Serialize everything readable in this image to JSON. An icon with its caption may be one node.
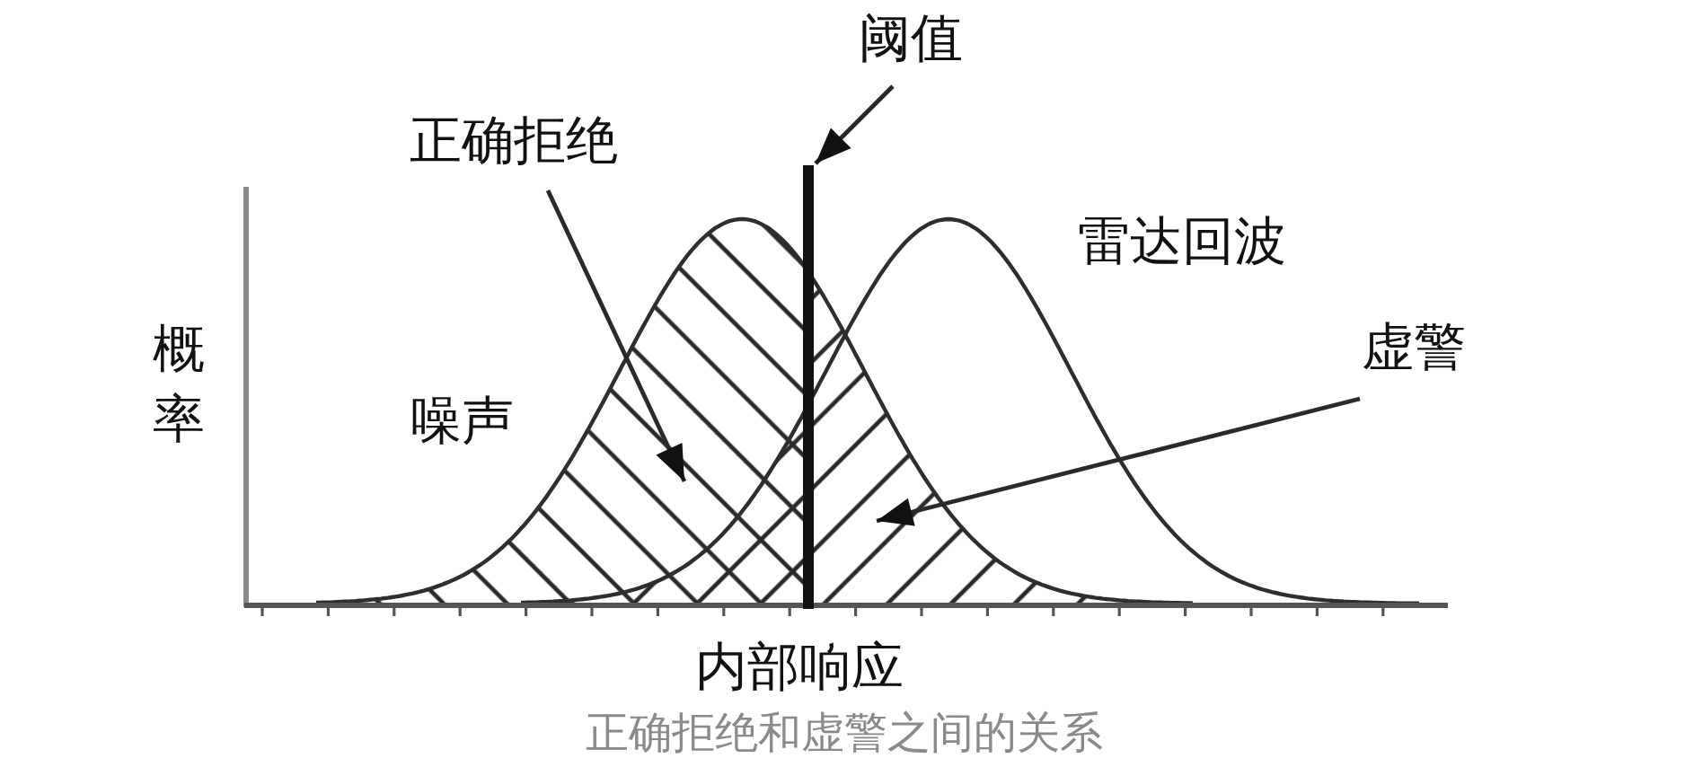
{
  "diagram": {
    "caption": "正确拒绝和虚警之间的关系",
    "nodes": [
      {
        "text": [
          "阈值"
        ]
      },
      {
        "text": [],
        "shape": "bar"
      },
      {
        "text": [
          "正确拒绝"
        ]
      },
      {
        "text": [],
        "shape": "area"
      },
      {
        "text": [
          "虚警"
        ]
      },
      {
        "text": [],
        "shape": "area"
      }
    ],
    "edges": [
      {
        "from": 0,
        "to": 1,
        "arrow": "to"
      },
      {
        "from": 2,
        "to": 3,
        "arrow": "to"
      },
      {
        "from": 4,
        "to": 5,
        "arrow": "to"
      }
    ],
    "labels": [
      "雷达回波",
      "概率",
      "噪声",
      "内部响应"
    ]
  }
}
